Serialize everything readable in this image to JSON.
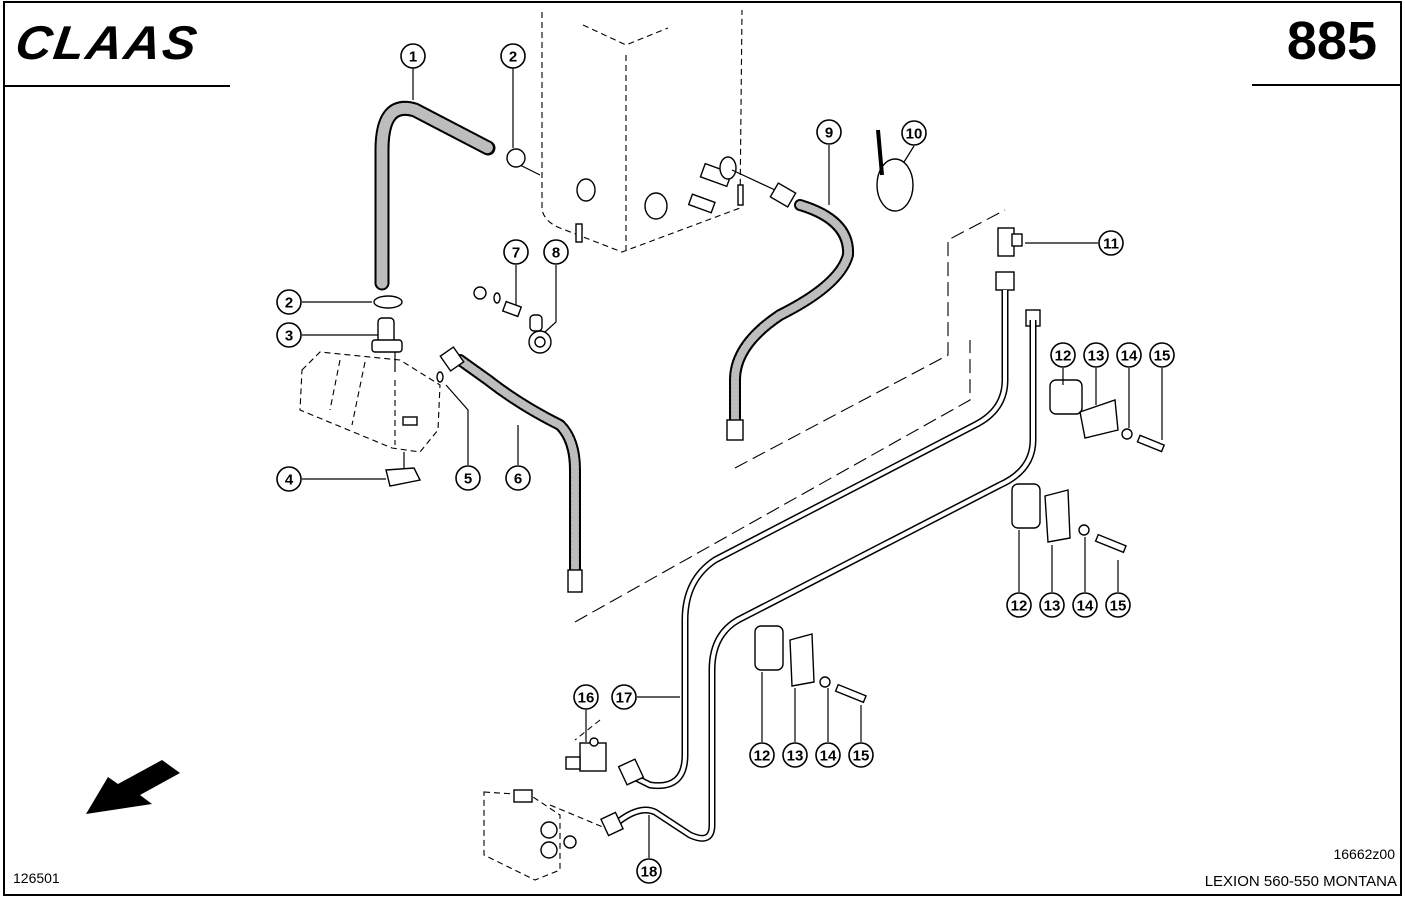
{
  "header": {
    "brand": "CLAAS",
    "page_number": "885"
  },
  "footer": {
    "figure_id": "16662z00",
    "model": "LEXION 560-550 MONTANA",
    "document_number": "126501"
  },
  "direction_arrow": {
    "icon": "direction-arrow-icon",
    "points": "down-left"
  },
  "callouts": [
    {
      "label": "1"
    },
    {
      "label": "2"
    },
    {
      "label": "2"
    },
    {
      "label": "3"
    },
    {
      "label": "4"
    },
    {
      "label": "5"
    },
    {
      "label": "6"
    },
    {
      "label": "7"
    },
    {
      "label": "8"
    },
    {
      "label": "9"
    },
    {
      "label": "10"
    },
    {
      "label": "11"
    },
    {
      "label": "12"
    },
    {
      "label": "13"
    },
    {
      "label": "14"
    },
    {
      "label": "15"
    },
    {
      "label": "12"
    },
    {
      "label": "13"
    },
    {
      "label": "14"
    },
    {
      "label": "15"
    },
    {
      "label": "12"
    },
    {
      "label": "13"
    },
    {
      "label": "14"
    },
    {
      "label": "15"
    },
    {
      "label": "16"
    },
    {
      "label": "17"
    },
    {
      "label": "18"
    }
  ]
}
